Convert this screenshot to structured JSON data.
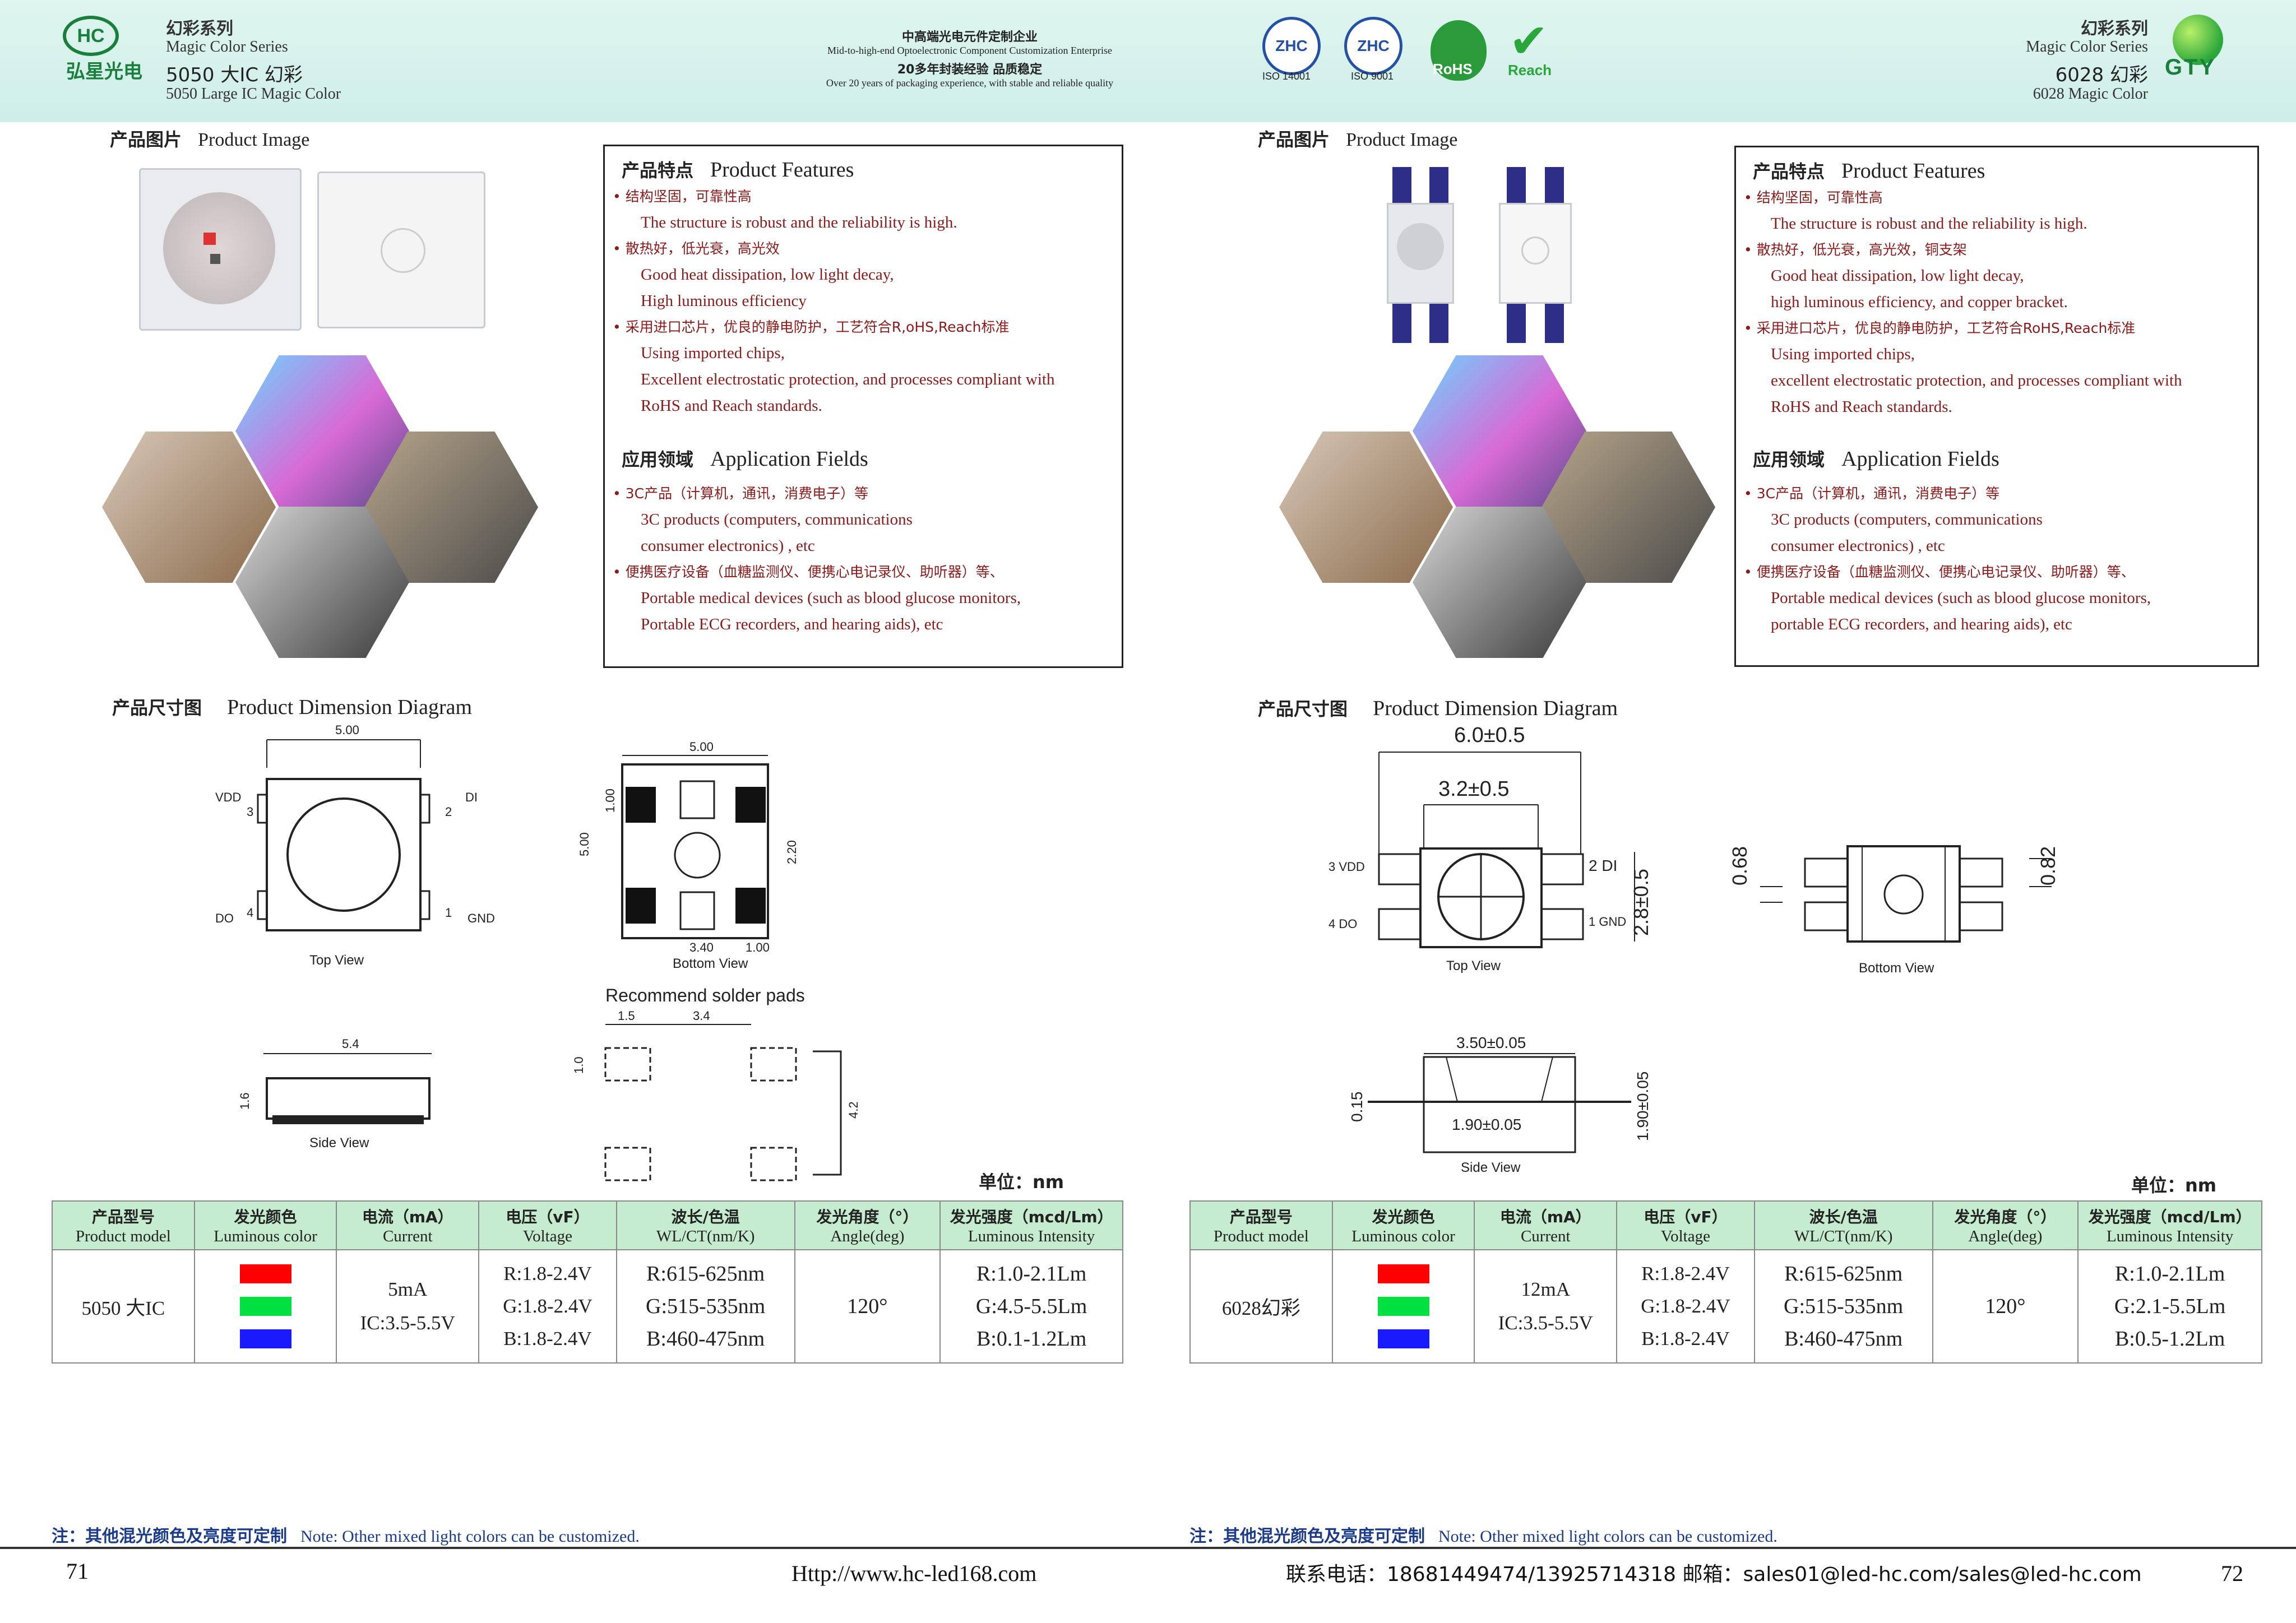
{
  "header": {
    "left_brand": "弘星光电",
    "left_logo": "HC",
    "left_series_cn": "幻彩系列",
    "left_series_en": "Magic Color Series",
    "left_model": "5050 大IC 幻彩",
    "left_model_en": "5050 Large IC Magic Color",
    "center_cn_1": "中高端光电元件定制企业",
    "center_en_1": "Mid-to-high-end Optoelectronic Component Customization Enterprise",
    "center_cn_2": "20多年封装经验 品质稳定",
    "center_en_2": "Over 20 years of packaging experience, with stable and reliable quality",
    "cert_1": "ISO 14001",
    "cert_2": "ISO 9001",
    "cert_3": "RoHS",
    "cert_4": "Reach",
    "right_series_cn": "幻彩系列",
    "right_series_en": "Magic Color Series",
    "right_model": "6028 幻彩",
    "right_model_en": "6028 Magic Color",
    "right_logo": "GTY"
  },
  "left": {
    "image_title_cn": "产品图片",
    "image_title_en": "Product Image",
    "features": {
      "title_cn": "产品特点",
      "title_en": "Product Features",
      "items": [
        {
          "cn": "结构坚固，可靠性高",
          "en": [
            "The structure is robust and the reliability is high."
          ]
        },
        {
          "cn": "散热好，低光衰，高光效",
          "en": [
            "Good heat dissipation, low light decay,",
            "High luminous efficiency"
          ]
        },
        {
          "cn": "采用进口芯片，优良的静电防护，工艺符合R,oHS,Reach标准",
          "en": [
            "Using imported chips,",
            "Excellent electrostatic protection, and processes compliant with",
            "RoHS and Reach standards."
          ]
        }
      ],
      "app_title_cn": "应用领域",
      "app_title_en": "Application Fields",
      "apps": [
        {
          "cn": "3C产品（计算机，通讯，消费电子）等",
          "en": [
            "3C products (computers, communications",
            "consumer electronics) , etc"
          ]
        },
        {
          "cn": "便携医疗设备（血糖监测仪、便携心电记录仪、助听器）等、",
          "en": [
            "Portable medical devices (such as blood glucose monitors,",
            "Portable ECG recorders, and hearing aids), etc"
          ]
        }
      ]
    },
    "dimension_title_cn": "产品尺寸图",
    "dimension_title_en": "Product Dimension Diagram",
    "views": {
      "top": "Top View",
      "bottom": "Bottom View",
      "side": "Side View",
      "solder": "Recommend solder pads"
    },
    "pins": {
      "vdd": "VDD",
      "di": "DI",
      "do": "DO",
      "gnd": "GND",
      "p1": "1",
      "p2": "2",
      "p3": "3",
      "p4": "4"
    },
    "dims": {
      "top_w": "5.00",
      "bot_w": "5.00",
      "bot_h": "5.00",
      "bot_pad": "1.00",
      "bot_gap": "2.20",
      "bot_34": "3.40",
      "bot_1": "1.00",
      "side_w": "5.4",
      "side_h": "1.6",
      "sp_15": "1.5",
      "sp_34": "3.4",
      "sp_10": "1.0",
      "sp_42": "4.2"
    },
    "unit": "单位：nm",
    "table": {
      "headers": [
        {
          "cn": "产品型号",
          "en": "Product model"
        },
        {
          "cn": "发光颜色",
          "en": "Luminous color"
        },
        {
          "cn": "电流（mA）",
          "en": "Current"
        },
        {
          "cn": "电压（vF）",
          "en": "Voltage"
        },
        {
          "cn": "波长/色温",
          "en": "WL/CT(nm/K)"
        },
        {
          "cn": "发光角度（°）",
          "en": "Angle(deg)"
        },
        {
          "cn": "发光强度（mcd/Lm）",
          "en": "Luminous Intensity"
        }
      ],
      "model": "5050 大IC",
      "current_1": "5mA",
      "current_2": "IC:3.5-5.5V",
      "voltage": [
        "R:1.8-2.4V",
        "G:1.8-2.4V",
        "B:1.8-2.4V"
      ],
      "wavelength": [
        "R:615-625nm",
        "G:515-535nm",
        "B:460-475nm"
      ],
      "angle": "120°",
      "intensity": [
        "R:1.0-2.1Lm",
        "G:4.5-5.5Lm",
        "B:0.1-1.2Lm"
      ]
    },
    "note_cn": "注：其他混光颜色及亮度可定制",
    "note_en": "Note: Other mixed light colors can be customized.",
    "page_num": "71"
  },
  "right": {
    "image_title_cn": "产品图片",
    "image_title_en": "Product Image",
    "features": {
      "title_cn": "产品特点",
      "title_en": "Product Features",
      "items": [
        {
          "cn": "结构坚固，可靠性高",
          "en": [
            "The structure is robust and the reliability is high."
          ]
        },
        {
          "cn": "散热好，低光衰，高光效，铜支架",
          "en": [
            "Good heat dissipation, low light decay,",
            "high luminous efficiency, and copper bracket."
          ]
        },
        {
          "cn": "采用进口芯片，优良的静电防护，工艺符合RoHS,Reach标准",
          "en": [
            "Using imported chips,",
            "excellent electrostatic protection, and processes compliant with",
            "RoHS and Reach standards."
          ]
        }
      ],
      "app_title_cn": "应用领域",
      "app_title_en": "Application Fields",
      "apps": [
        {
          "cn": "3C产品（计算机，通讯，消费电子）等",
          "en": [
            "3C products (computers, communications",
            "consumer electronics) , etc"
          ]
        },
        {
          "cn": "便携医疗设备（血糖监测仪、便携心电记录仪、助听器）等、",
          "en": [
            "Portable medical devices (such as blood glucose monitors,",
            "portable ECG recorders, and hearing aids), etc"
          ]
        }
      ]
    },
    "dimension_title_cn": "产品尺寸图",
    "dimension_title_en": "Product Dimension Diagram",
    "views": {
      "top": "Top View",
      "bottom": "Bottom View",
      "side": "Side View"
    },
    "pins": {
      "vdd": "3 VDD",
      "do": "4 DO",
      "di": "2 DI",
      "gnd": "1 GND"
    },
    "dims": {
      "w": "6.0±0.5",
      "inner": "3.2±0.5",
      "h": "2.8±0.5",
      "b1": "0.68",
      "b2": "0.82",
      "s_top": "3.50±0.05",
      "s_bot": "1.90±0.05",
      "s_h": "1.90±0.05",
      "s_015": "0.15"
    },
    "unit": "单位：nm",
    "table": {
      "headers": [
        {
          "cn": "产品型号",
          "en": "Product model"
        },
        {
          "cn": "发光颜色",
          "en": "Luminous color"
        },
        {
          "cn": "电流（mA）",
          "en": "Current"
        },
        {
          "cn": "电压（vF）",
          "en": "Voltage"
        },
        {
          "cn": "波长/色温",
          "en": "WL/CT(nm/K)"
        },
        {
          "cn": "发光角度（°）",
          "en": "Angle(deg)"
        },
        {
          "cn": "发光强度（mcd/Lm）",
          "en": "Luminous Intensity"
        }
      ],
      "model": "6028幻彩",
      "current_1": "12mA",
      "current_2": "IC:3.5-5.5V",
      "voltage": [
        "R:1.8-2.4V",
        "G:1.8-2.4V",
        "B:1.8-2.4V"
      ],
      "wavelength": [
        "R:615-625nm",
        "G:515-535nm",
        "B:460-475nm"
      ],
      "angle": "120°",
      "intensity": [
        "R:1.0-2.1Lm",
        "G:2.1-5.5Lm",
        "B:0.5-1.2Lm"
      ]
    },
    "note_cn": "注：其他混光颜色及亮度可定制",
    "note_en": "Note: Other mixed light colors can be customized.",
    "page_num": "72"
  },
  "footer": {
    "url": "Http://www.hc-led168.com",
    "contact": "联系电话：18681449474/13925714318  邮箱：sales01@led-hc.com/sales@led-hc.com"
  },
  "colors": {
    "red": "#ff0000",
    "green": "#00e040",
    "blue": "#1a1aff",
    "header_bg": "#d8f2ec",
    "table_head": "#c6ecd0"
  }
}
